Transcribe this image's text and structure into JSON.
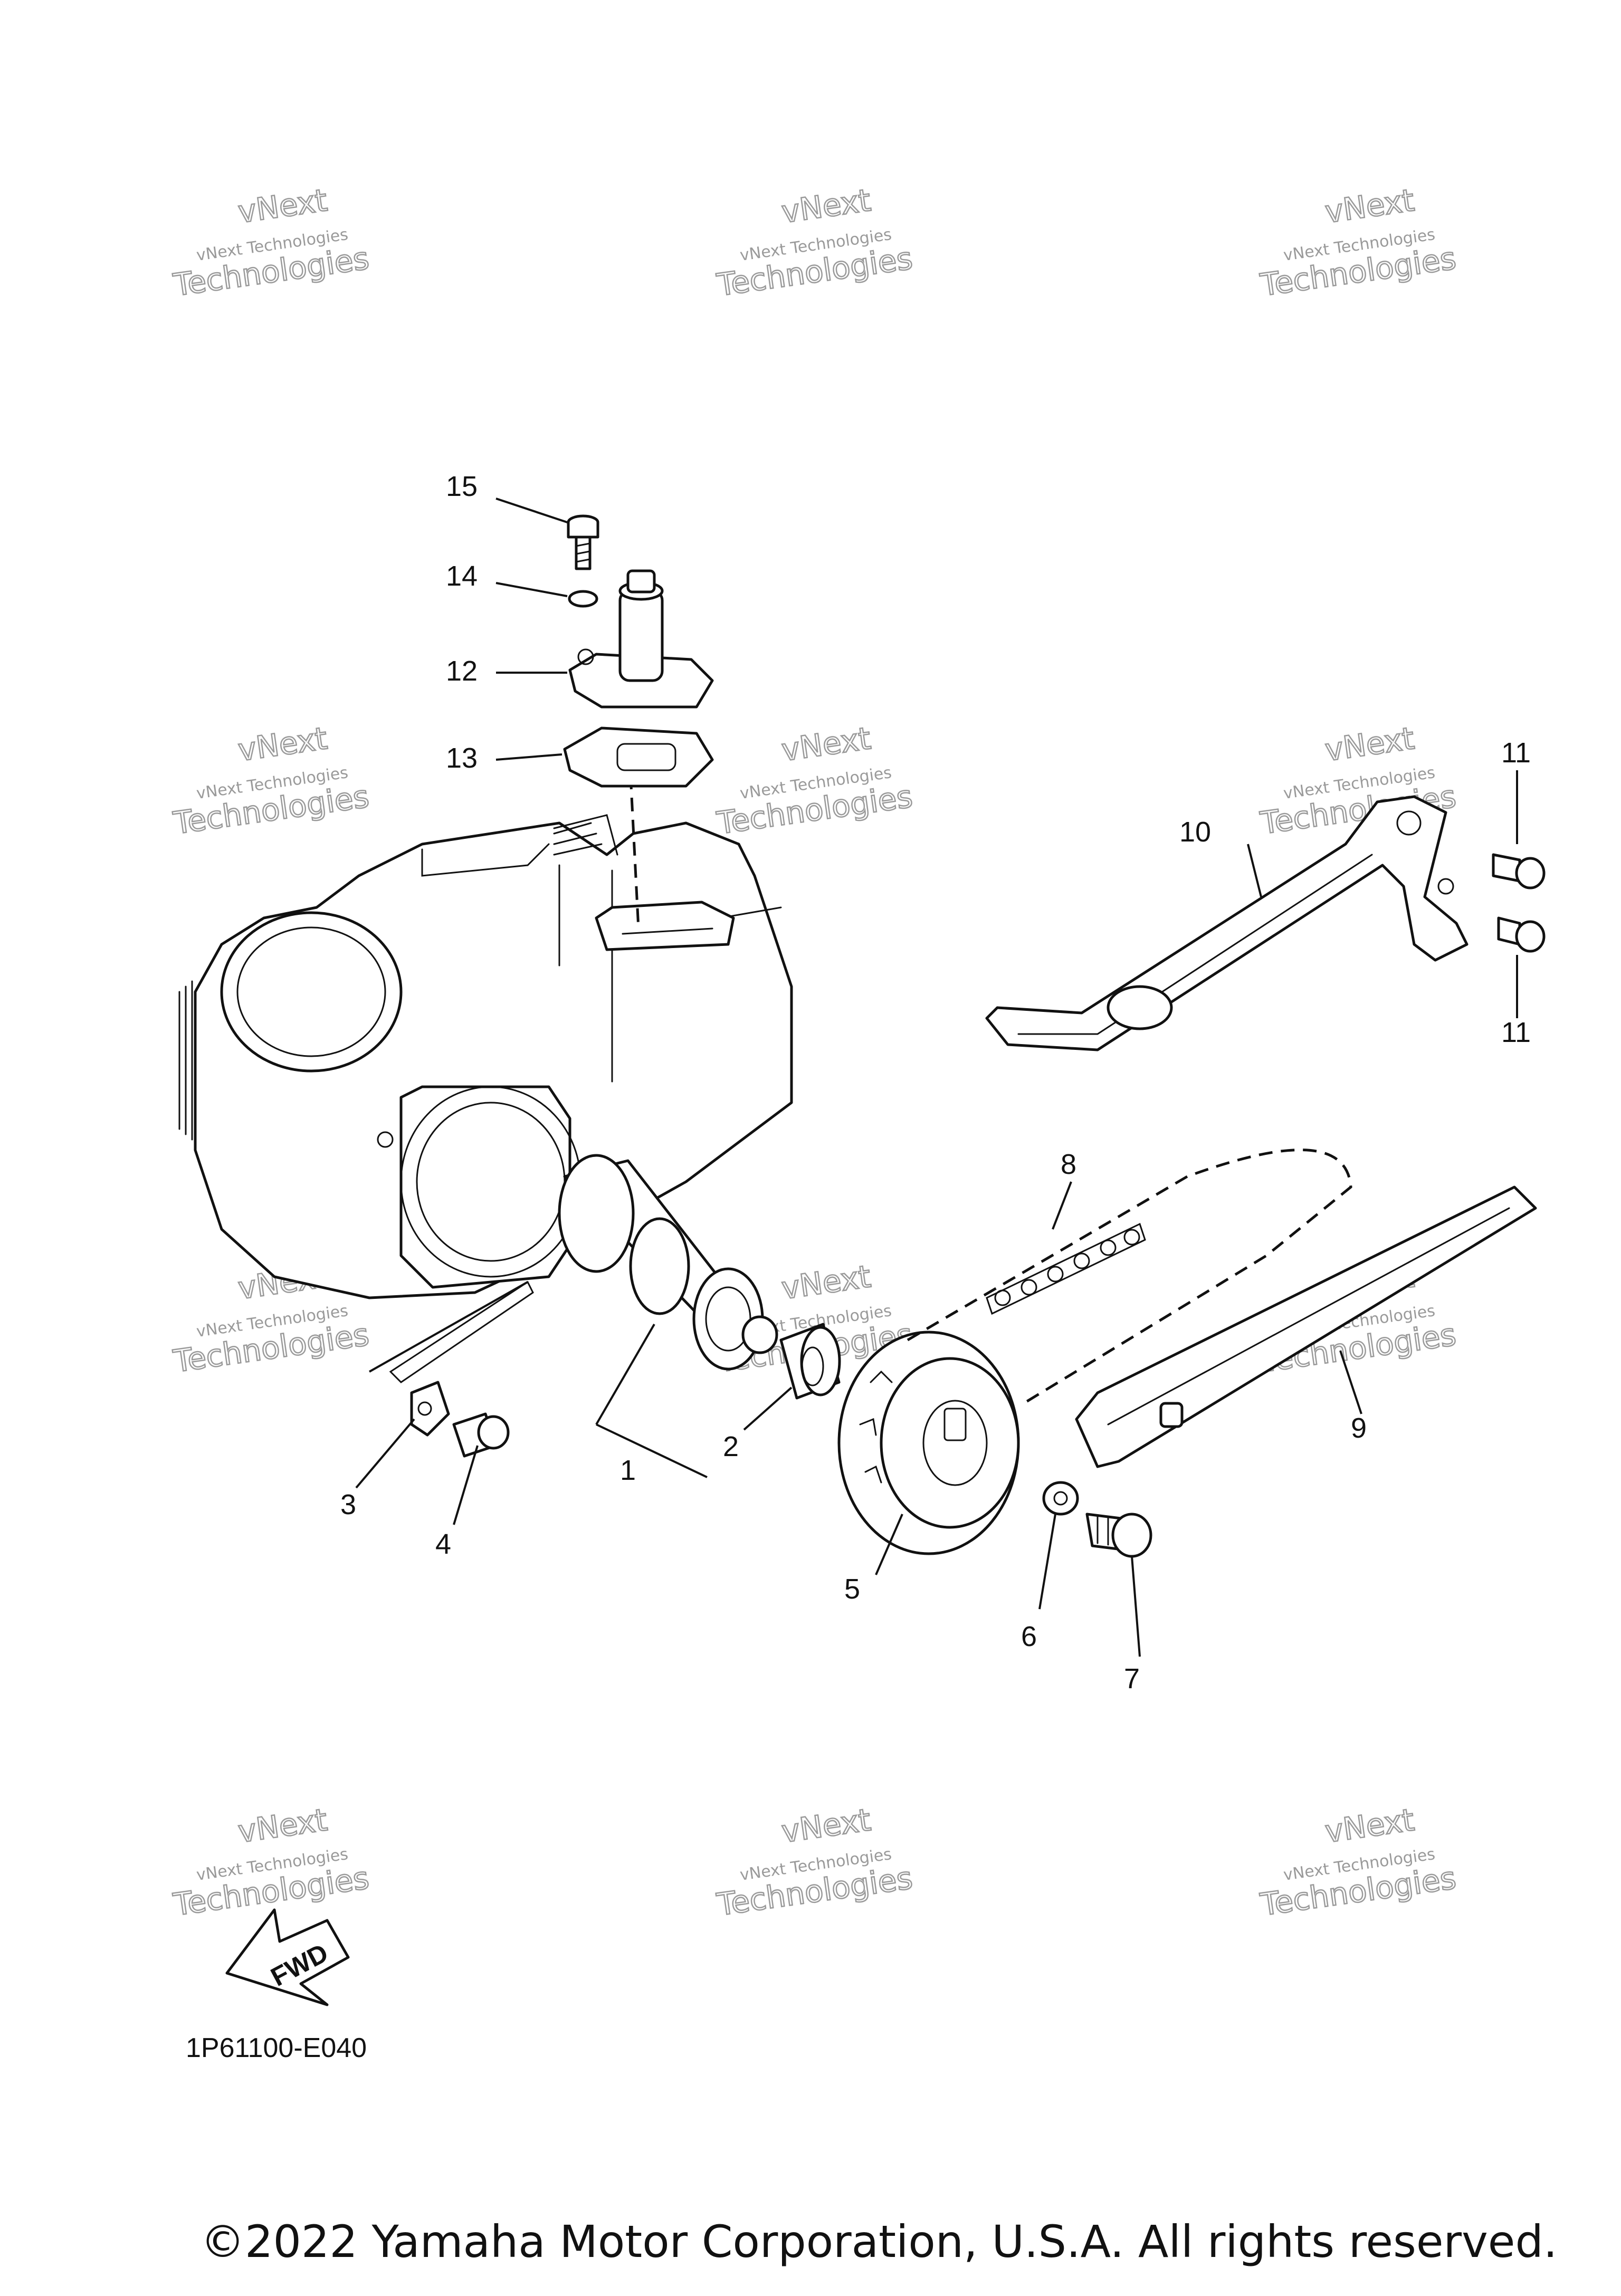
{
  "watermark": {
    "line1": "vNext",
    "line2": "vNext Technologies",
    "line3": "Technologies"
  },
  "fwd_label": "FWD",
  "drawing_code": "1P61100-E040",
  "copyright": "©2022 Yamaha Motor Corporation, U.S.A. All rights reserved.",
  "callouts": [
    "1",
    "2",
    "3",
    "4",
    "5",
    "6",
    "7",
    "8",
    "9",
    "10",
    "11",
    "11",
    "12",
    "13",
    "14",
    "15"
  ],
  "colors": {
    "ink": "#111111",
    "watermark": "#9a9a9a",
    "background": "#ffffff"
  }
}
